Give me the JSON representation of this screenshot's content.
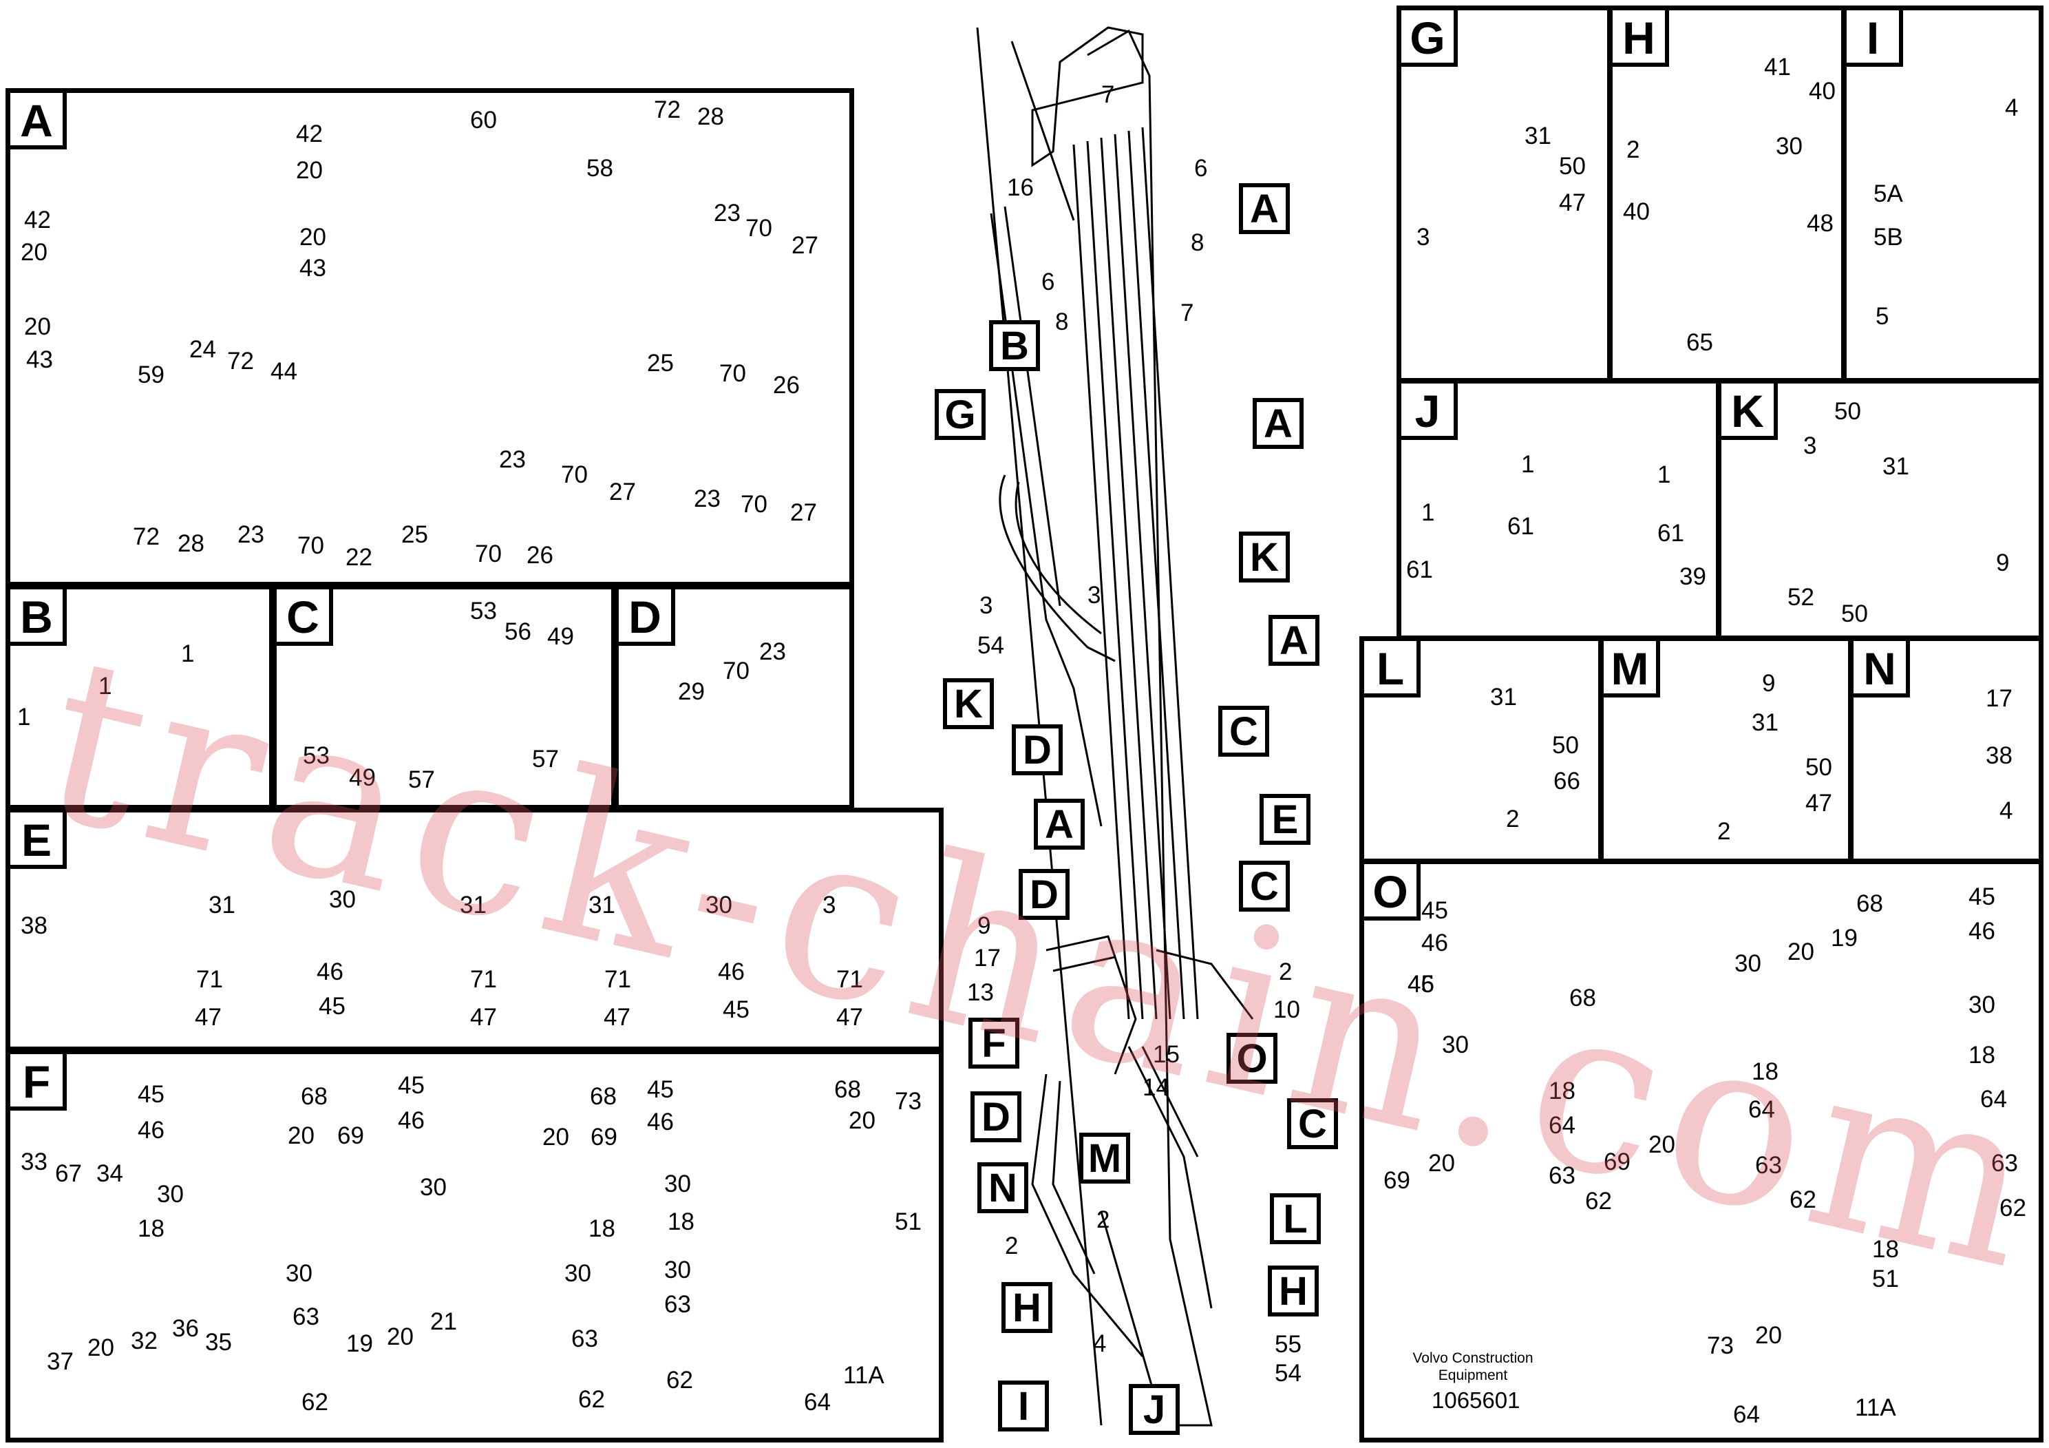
{
  "panels": {
    "A": {
      "label": "A",
      "callouts": [
        "42",
        "20",
        "60",
        "72",
        "28",
        "58",
        "42",
        "20",
        "20",
        "43",
        "23",
        "70",
        "27",
        "20",
        "43",
        "59",
        "24",
        "72",
        "44",
        "25",
        "70",
        "26",
        "23",
        "70",
        "27",
        "72",
        "28",
        "23",
        "70",
        "22",
        "25",
        "70",
        "26",
        "23",
        "70",
        "27"
      ]
    },
    "B": {
      "label": "B",
      "callouts": [
        "1",
        "1",
        "1"
      ]
    },
    "C": {
      "label": "C",
      "callouts": [
        "53",
        "56",
        "49",
        "53",
        "49",
        "57",
        "57"
      ]
    },
    "D": {
      "label": "D",
      "callouts": [
        "29",
        "70",
        "23"
      ]
    },
    "E": {
      "label": "E",
      "callouts": [
        "38",
        "31",
        "30",
        "31",
        "31",
        "30",
        "3",
        "71",
        "46",
        "71",
        "71",
        "46",
        "71",
        "47",
        "45",
        "47",
        "47",
        "45",
        "47"
      ]
    },
    "F": {
      "label": "F",
      "callouts": [
        "45",
        "68",
        "45",
        "68",
        "45",
        "68",
        "46",
        "46",
        "46",
        "33",
        "67",
        "34",
        "20",
        "69",
        "20",
        "69",
        "20",
        "73",
        "30",
        "30",
        "30",
        "18",
        "18",
        "18",
        "51",
        "30",
        "30",
        "30",
        "37",
        "20",
        "32",
        "36",
        "35",
        "63",
        "19",
        "20",
        "21",
        "63",
        "63",
        "11A",
        "62",
        "62",
        "62",
        "64"
      ]
    },
    "G": {
      "label": "G",
      "callouts": [
        "31",
        "50",
        "47",
        "3"
      ]
    },
    "H": {
      "label": "H",
      "callouts": [
        "41",
        "40",
        "2",
        "30",
        "40",
        "48",
        "65"
      ]
    },
    "I": {
      "label": "I",
      "callouts": [
        "4",
        "5A",
        "5B",
        "5"
      ]
    },
    "J": {
      "label": "J",
      "callouts": [
        "1",
        "1",
        "1",
        "61",
        "61",
        "61",
        "39"
      ]
    },
    "K": {
      "label": "K",
      "callouts": [
        "50",
        "3",
        "31",
        "9",
        "52",
        "50"
      ]
    },
    "L": {
      "label": "L",
      "callouts": [
        "31",
        "50",
        "66",
        "2"
      ]
    },
    "M": {
      "label": "M",
      "callouts": [
        "9",
        "31",
        "50",
        "47",
        "2"
      ]
    },
    "N": {
      "label": "N",
      "callouts": [
        "17",
        "38",
        "4"
      ]
    },
    "O": {
      "label": "O",
      "callouts": [
        "45",
        "46",
        "68",
        "45",
        "46",
        "68",
        "20",
        "19",
        "30",
        "45",
        "46",
        "30",
        "30",
        "18",
        "18",
        "18",
        "64",
        "64",
        "64",
        "69",
        "20",
        "69",
        "20",
        "63",
        "63",
        "63",
        "62",
        "62",
        "62",
        "18",
        "51",
        "73",
        "20",
        "11A",
        "64"
      ]
    }
  },
  "main_callouts": [
    "7",
    "6",
    "16",
    "8",
    "6",
    "7",
    "8",
    "3",
    "3",
    "54",
    "9",
    "17",
    "13",
    "2",
    "10",
    "15",
    "14",
    "2",
    "4",
    "55",
    "54",
    "2"
  ],
  "main_boxes": [
    "A",
    "A",
    "K",
    "A",
    "B",
    "G",
    "K",
    "C",
    "D",
    "A",
    "E",
    "D",
    "C",
    "O",
    "F",
    "C",
    "D",
    "M",
    "N",
    "L",
    "H",
    "H",
    "I",
    "J"
  ],
  "footer": {
    "company": "Volvo Construction Equipment",
    "doc_number": "1065601"
  },
  "watermark": "track-chain.com"
}
